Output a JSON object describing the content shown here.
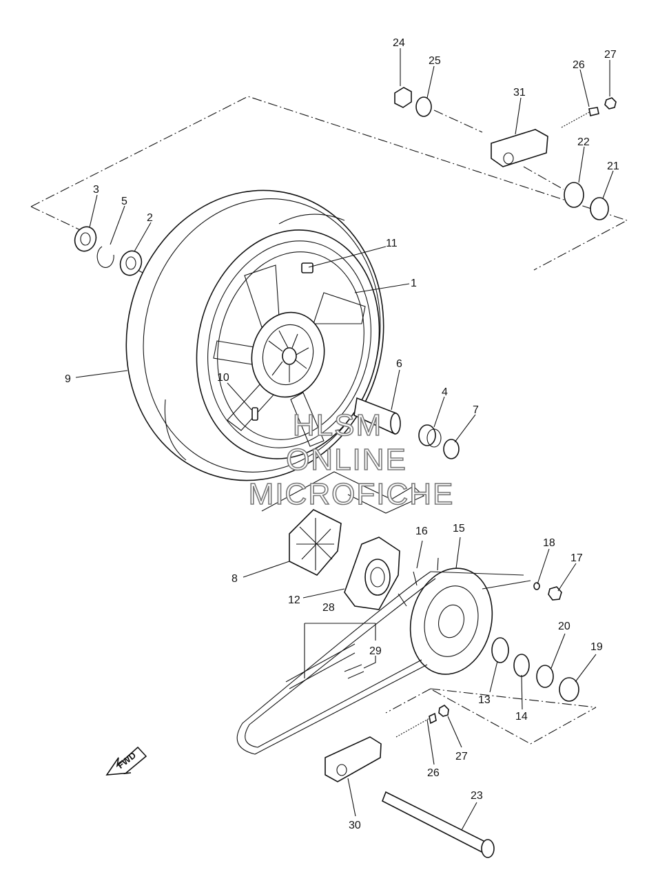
{
  "watermark": {
    "line1": "HLSM",
    "line2": "ONLINE",
    "line3": "MICROFICHE"
  },
  "direction_label": "FWD",
  "callouts": [
    "1",
    "2",
    "3",
    "4",
    "5",
    "6",
    "7",
    "8",
    "9",
    "10",
    "11",
    "12",
    "13",
    "14",
    "15",
    "16",
    "17",
    "18",
    "19",
    "20",
    "21",
    "22",
    "23",
    "24",
    "25",
    "26",
    "26",
    "27",
    "27",
    "28",
    "29",
    "30",
    "31"
  ]
}
